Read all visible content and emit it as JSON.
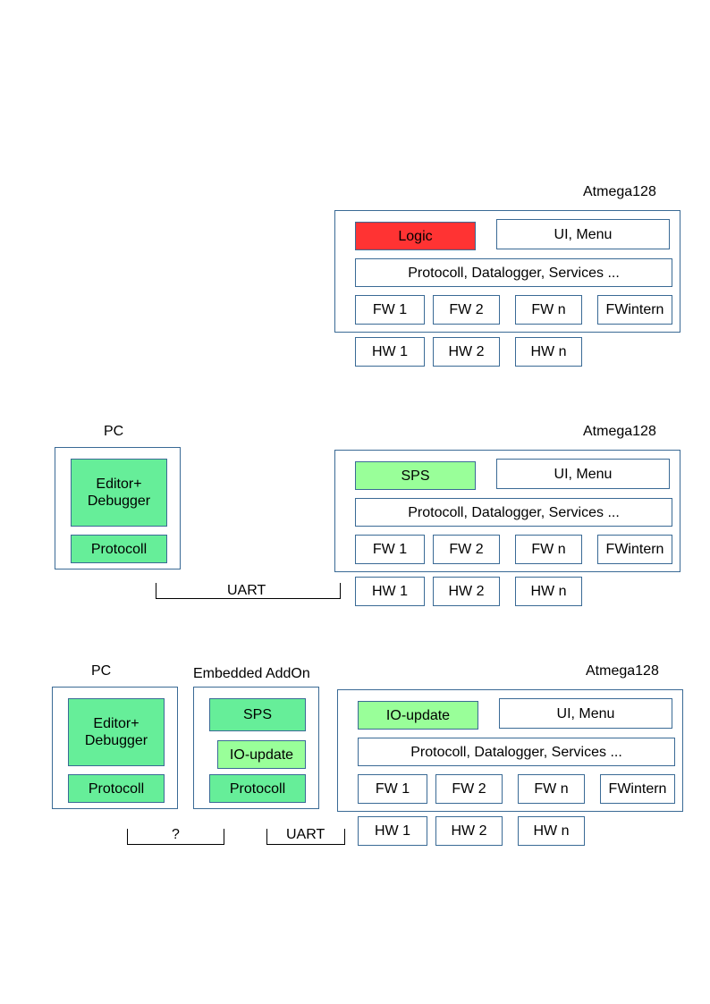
{
  "diagram1": {
    "chip_title": "Atmega128",
    "logic": "Logic",
    "ui_menu": "UI, Menu",
    "services": "Protocoll, Datalogger, Services ...",
    "fw1": "FW 1",
    "fw2": "FW 2",
    "fwn": "FW n",
    "fwintern": "FWintern",
    "hw1": "HW 1",
    "hw2": "HW 2",
    "hwn": "HW n"
  },
  "diagram2": {
    "pc_title": "PC",
    "editor": "Editor+\nDebugger",
    "protocoll": "Protocoll",
    "uart": "UART",
    "chip_title": "Atmega128",
    "sps": "SPS",
    "ui_menu": "UI, Menu",
    "services": "Protocoll, Datalogger, Services ...",
    "fw1": "FW 1",
    "fw2": "FW 2",
    "fwn": "FW n",
    "fwintern": "FWintern",
    "hw1": "HW 1",
    "hw2": "HW 2",
    "hwn": "HW n"
  },
  "diagram3": {
    "pc_title": "PC",
    "editor": "Editor+\nDebugger",
    "protocoll": "Protocoll",
    "question": "?",
    "addon_title": "Embedded AddOn",
    "addon_sps": "SPS",
    "addon_io_update": "IO-update",
    "addon_protocoll": "Protocoll",
    "uart": "UART",
    "chip_title": "Atmega128",
    "io_update": "IO-update",
    "ui_menu": "UI, Menu",
    "services": "Protocoll, Datalogger, Services ...",
    "fw1": "FW 1",
    "fw2": "FW 2",
    "fwn": "FW n",
    "fwintern": "FWintern",
    "hw1": "HW 1",
    "hw2": "HW 2",
    "hwn": "HW n"
  },
  "colors": {
    "border": "#3a6a95",
    "logic_red": "#ff3333",
    "green": "#66ee99",
    "light_green": "#99ff99"
  }
}
